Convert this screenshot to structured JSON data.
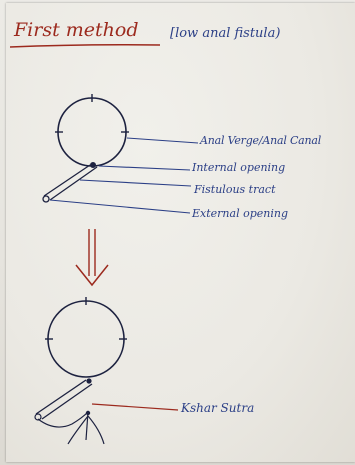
{
  "heading": {
    "main": "First method",
    "bracket": "[low anal fistula)"
  },
  "labels": {
    "anal_verge": "Anal Verge/Anal Canal",
    "internal_opening": "Internal opening",
    "fistulous_tract": "Fistulous tract",
    "external_opening": "External opening",
    "kshar_sutra": "Kshar Sutra"
  },
  "colors": {
    "red_ink": "#9c2a1e",
    "blue_ink": "#2b3f86",
    "dark_ink": "#1d2240"
  }
}
